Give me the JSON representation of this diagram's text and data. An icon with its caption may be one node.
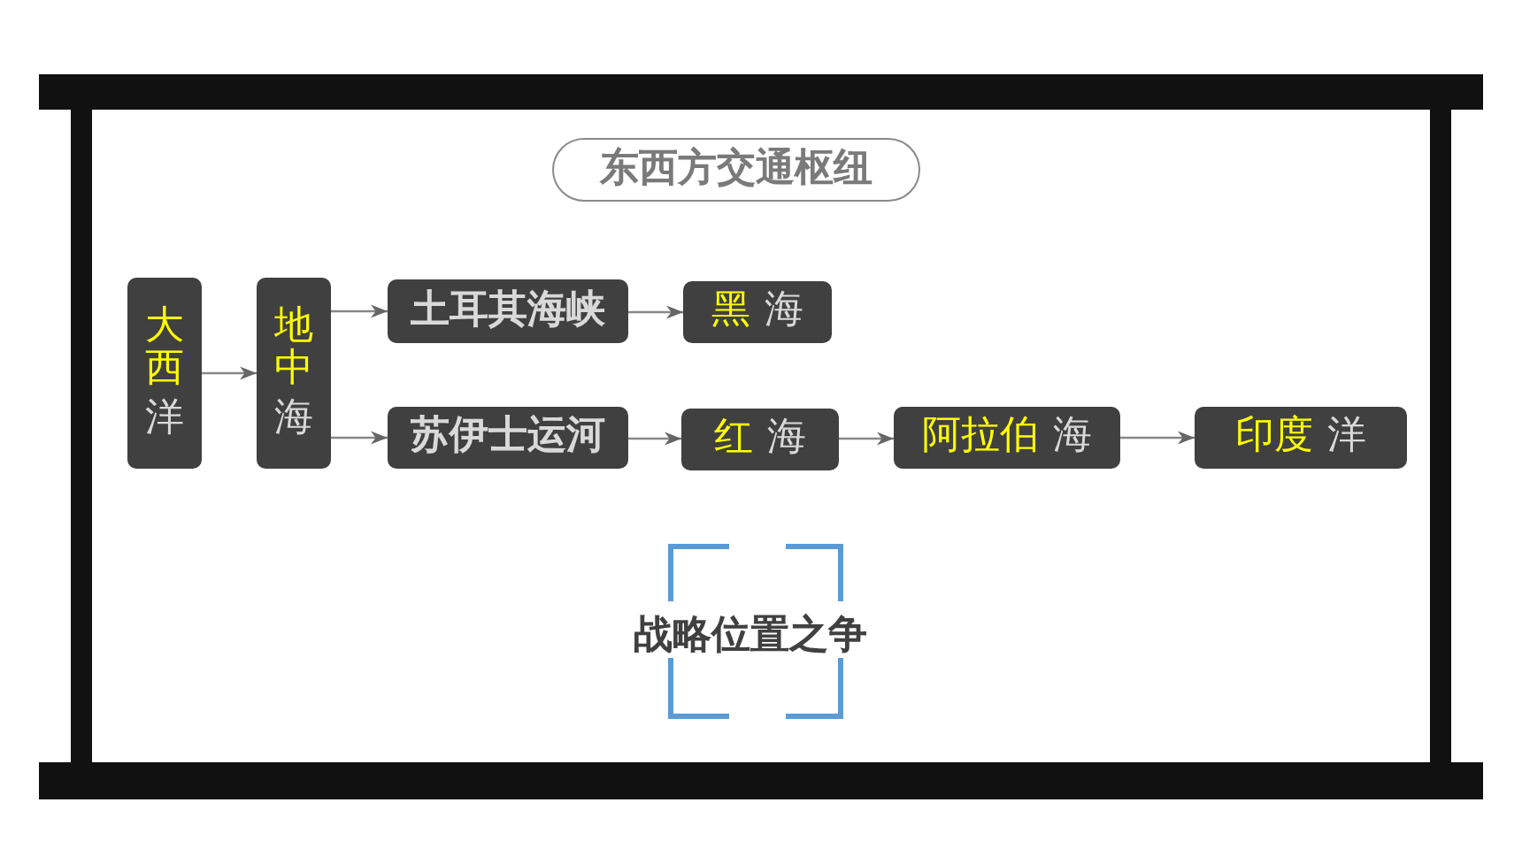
{
  "diagram": {
    "nodes": [
      {
        "text": [
          "东西方交通枢纽"
        ]
      },
      {
        "text": [
          "大西",
          "洋"
        ]
      },
      {
        "text": [
          "地中",
          "海"
        ]
      },
      {
        "text": [
          "土耳其海峡"
        ]
      },
      {
        "text": [
          "黑",
          "海"
        ]
      },
      {
        "text": [
          "苏伊士运河"
        ]
      },
      {
        "text": [
          "红",
          "海"
        ]
      },
      {
        "text": [
          "阿拉伯",
          "海"
        ]
      },
      {
        "text": [
          "印度",
          "洋"
        ]
      }
    ],
    "edges": [
      {
        "from": 1,
        "to": 2,
        "arrow": "to"
      },
      {
        "from": 2,
        "to": 3,
        "arrow": "to"
      },
      {
        "from": 3,
        "to": 4,
        "arrow": "to"
      },
      {
        "from": 2,
        "to": 5,
        "arrow": "to"
      },
      {
        "from": 5,
        "to": 6,
        "arrow": "to"
      },
      {
        "from": 6,
        "to": 7,
        "arrow": "to"
      },
      {
        "from": 7,
        "to": 8,
        "arrow": "to"
      }
    ],
    "labels": [
      "战略位置之争"
    ]
  }
}
